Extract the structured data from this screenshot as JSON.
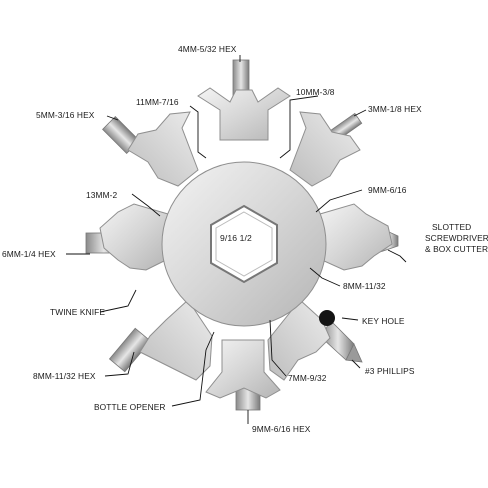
{
  "labels": {
    "hex_4mm": "4MM-5/32 HEX",
    "mm11": "11MM-7/16",
    "mm10": "10MM-3/8",
    "hex_5mm": "5MM-3/16 HEX",
    "hex_3mm": "3MM-1/8 HEX",
    "mm13": "13MM-2",
    "mm9": "9MM-6/16",
    "slotted_line1": "SLOTTED",
    "slotted_line2": "SCREWDRIVER",
    "slotted_line3": "& BOX CUTTER",
    "center": "9/16 1/2",
    "hex_6mm": "6MM-1/4 HEX",
    "mm8_right": "8MM-11/32",
    "twine": "TWINE KNIFE",
    "keyhole": "KEY HOLE",
    "hex_8mm": "8MM-11/32 HEX",
    "phillips": "#3 PHILLIPS",
    "mm7": "7MM-9/32",
    "bottle": "BOTTLE OPENER",
    "hex_9mm": "9MM-6/16 HEX"
  },
  "colors": {
    "metal_light": "#e9e9e9",
    "metal_mid": "#c9c9c9",
    "metal_dark": "#8f8f8f",
    "line": "#111111"
  }
}
